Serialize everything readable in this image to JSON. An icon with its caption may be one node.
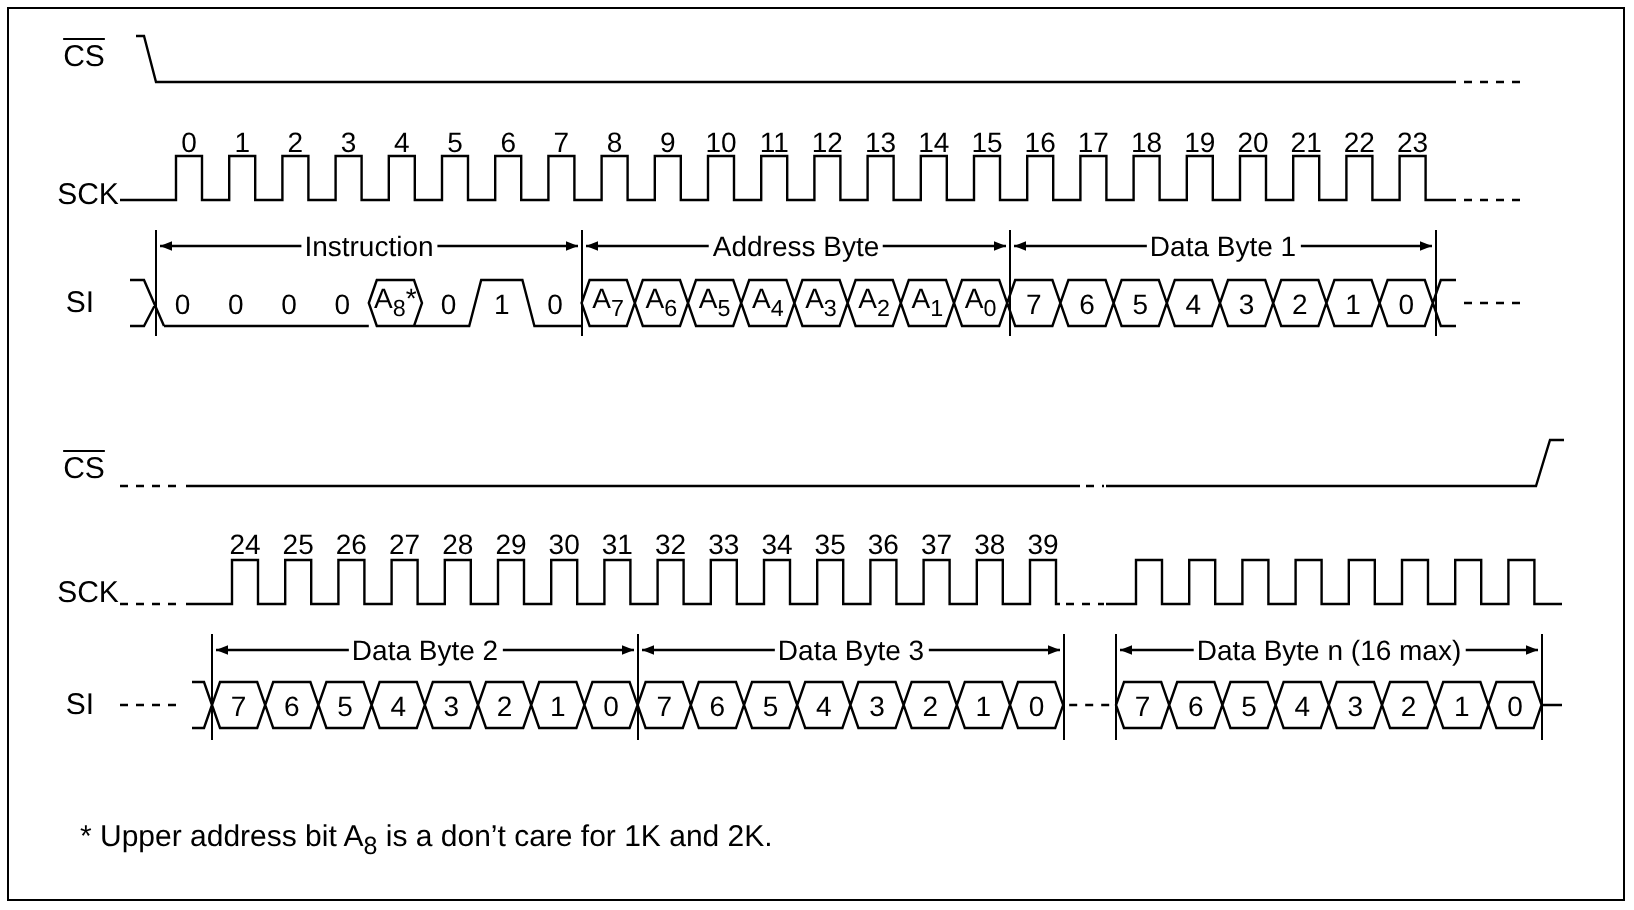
{
  "diagram": {
    "labels": [
      "CS",
      "0",
      "1",
      "2",
      "3",
      "4",
      "5",
      "6",
      "7",
      "8",
      "9",
      "10",
      "11",
      "12",
      "13",
      "14",
      "15",
      "16",
      "17",
      "18",
      "19",
      "20",
      "21",
      "22",
      "23",
      "SCK",
      "Instruction",
      "Address Byte",
      "Data Byte 1",
      "SI",
      "0",
      "0",
      "0",
      "0",
      "A$_{8}$*",
      "0",
      "1",
      "0",
      "A$_{7}$",
      "A$_{6}$",
      "A$_{5}$",
      "A$_{4}$",
      "A$_{3}$",
      "A$_{2}$",
      "A$_{1}$",
      "A$_{0}$",
      "7",
      "6",
      "5",
      "4",
      "3",
      "2",
      "1",
      "0",
      "CS",
      "24",
      "25",
      "26",
      "27",
      "28",
      "29",
      "30",
      "31",
      "32",
      "33",
      "34",
      "35",
      "36",
      "37",
      "38",
      "39",
      "SCK",
      "Data Byte 2",
      "Data Byte 3",
      "Data Byte n (16 max)",
      "SI",
      "7",
      "6",
      "5",
      "4",
      "3",
      "2",
      "1",
      "0",
      "7",
      "6",
      "5",
      "4",
      "3",
      "2",
      "1",
      "0",
      "7",
      "6",
      "5",
      "4",
      "3",
      "2",
      "1",
      "0",
      "* Upper address bit A$_{8}$ is a don’t care for 1K and 2K."
    ]
  }
}
